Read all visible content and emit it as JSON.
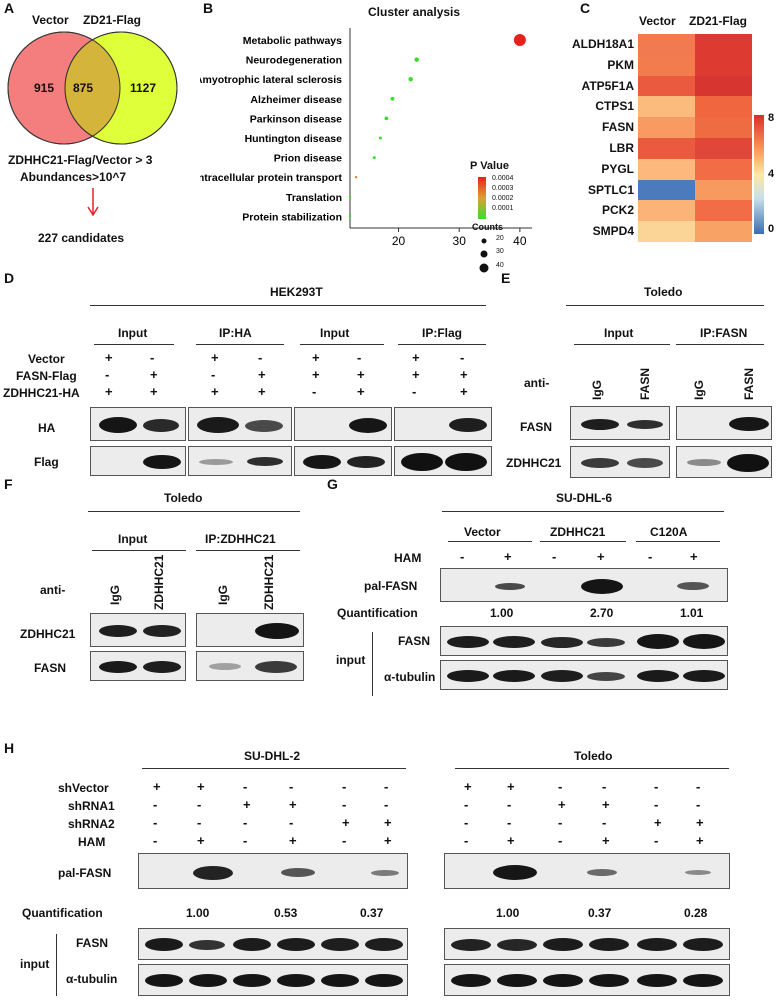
{
  "panels": {
    "A": "A",
    "B": "B",
    "C": "C",
    "D": "D",
    "E": "E",
    "F": "F",
    "G": "G",
    "H": "H"
  },
  "venn": {
    "left_label": "Vector",
    "right_label": "ZD21-Flag",
    "left_only": "915",
    "overlap": "875",
    "right_only": "1127",
    "criteria_1": "ZDHHC21-Flag/Vector > 3",
    "criteria_2": "Abundances>10^7",
    "result": "227 candidates",
    "colors": {
      "left": "#f47e7e",
      "right": "#dfff3a",
      "overlap": "#d4b43a",
      "arrow": "#e8202a"
    }
  },
  "chart_data": [
    {
      "type": "scatter",
      "title": "Cluster analysis",
      "categories": [
        "Metabolic pathways",
        "Neurodegeneration",
        "Amyotrophic lateral sclerosis",
        "Alzheimer disease",
        "Parkinson disease",
        "Huntington disease",
        "Prion disease",
        "Intracellular protein transport",
        "Translation",
        "Protein stabilization"
      ],
      "x": [
        40,
        23,
        22,
        19,
        18,
        17,
        16,
        13,
        12,
        12
      ],
      "counts": [
        40,
        20,
        20,
        18,
        18,
        16,
        16,
        12,
        10,
        10
      ],
      "p_value": [
        0.0004,
        0.0001,
        0.0001,
        0.0001,
        0.0001,
        0.0001,
        0.0001,
        0.0003,
        0.0001,
        0.0001
      ],
      "colors": [
        "#e8201e",
        "#39dd2a",
        "#39dd2a",
        "#39dd2a",
        "#39dd2a",
        "#39dd2a",
        "#39dd2a",
        "#e08030",
        "#39dd2a",
        "#39dd2a"
      ],
      "xticks": [
        20,
        30,
        40
      ],
      "xlim": [
        12,
        42
      ],
      "legend": {
        "p_title": "P Value",
        "p_ticks": [
          "0.0004",
          "0.0003",
          "0.0002",
          "0.0001"
        ],
        "counts_title": "Counts",
        "counts_ticks": [
          "20",
          "30",
          "40"
        ]
      }
    },
    {
      "type": "heatmap",
      "columns": [
        "Vector",
        "ZD21-Flag"
      ],
      "rows": [
        "ALDH18A1",
        "PKM",
        "ATP5F1A",
        "CTPS1",
        "FASN",
        "LBR",
        "PYGL",
        "SPTLC1",
        "PCK2",
        "SMPD4"
      ],
      "colors": [
        [
          "#f27a50",
          "#dd3a32"
        ],
        [
          "#f37c4f",
          "#dd3a32"
        ],
        [
          "#ea5a3e",
          "#d73530"
        ],
        [
          "#fbbb7c",
          "#f0673f"
        ],
        [
          "#f99a62",
          "#ef6c43"
        ],
        [
          "#ea5a3e",
          "#e14738"
        ],
        [
          "#fdb97d",
          "#f26d45"
        ],
        [
          "#4c7bbd",
          "#f79a5f"
        ],
        [
          "#fbb378",
          "#f26d45"
        ],
        [
          "#fbd598",
          "#f8a265"
        ]
      ],
      "colorbar_ticks": [
        "8",
        "4",
        "0"
      ]
    }
  ],
  "D": {
    "title": "HEK293T",
    "groups": [
      "Input",
      "IP:HA",
      "Input",
      "IP:Flag"
    ],
    "rows": [
      {
        "label": "Vector",
        "values": [
          "+",
          "-",
          "+",
          "-",
          "+",
          "-",
          "+",
          "-"
        ]
      },
      {
        "label": "FASN-Flag",
        "values": [
          "-",
          "+",
          "-",
          "+",
          "+",
          "+",
          "+",
          "+"
        ]
      },
      {
        "label": "ZDHHC21-HA",
        "values": [
          "+",
          "+",
          "+",
          "+",
          "-",
          "+",
          "-",
          "+"
        ]
      }
    ],
    "blots": [
      "HA",
      "Flag"
    ]
  },
  "E": {
    "title": "Toledo",
    "groups": [
      "Input",
      "IP:FASN"
    ],
    "anti": "anti-",
    "lanes": [
      "IgG",
      "FASN",
      "IgG",
      "FASN"
    ],
    "blots": [
      "FASN",
      "ZDHHC21"
    ]
  },
  "F": {
    "title": "Toledo",
    "groups": [
      "Input",
      "IP:ZDHHC21"
    ],
    "anti": "anti-",
    "lanes": [
      "IgG",
      "ZDHHC21",
      "IgG",
      "ZDHHC21"
    ],
    "blots": [
      "ZDHHC21",
      "FASN"
    ]
  },
  "G": {
    "title": "SU-DHL-6",
    "groups": [
      "Vector",
      "ZDHHC21",
      "C120A"
    ],
    "ham_label": "HAM",
    "ham": [
      "-",
      "+",
      "-",
      "+",
      "-",
      "+"
    ],
    "pal_label": "pal-FASN",
    "quant_label": "Quantification",
    "quant": [
      "1.00",
      "2.70",
      "1.01"
    ],
    "input_label": "input",
    "input_blots": [
      "FASN",
      "α-tubulin"
    ]
  },
  "H": {
    "titles": [
      "SU-DHL-2",
      "Toledo"
    ],
    "rows": [
      {
        "label": "shVector",
        "values": [
          "+",
          "+",
          "-",
          "-",
          "-",
          "-"
        ]
      },
      {
        "label": "shRNA1",
        "values": [
          "-",
          "-",
          "+",
          "+",
          "-",
          "-"
        ]
      },
      {
        "label": "shRNA2",
        "values": [
          "-",
          "-",
          "-",
          "-",
          "+",
          "+"
        ]
      },
      {
        "label": "HAM",
        "values": [
          "-",
          "+",
          "-",
          "+",
          "-",
          "+"
        ]
      }
    ],
    "pal_label": "pal-FASN",
    "quant_label": "Quantification",
    "quant_left": [
      "1.00",
      "0.53",
      "0.37"
    ],
    "quant_right": [
      "1.00",
      "0.37",
      "0.28"
    ],
    "input_label": "input",
    "input_blots": [
      "FASN",
      "α-tubulin"
    ]
  }
}
